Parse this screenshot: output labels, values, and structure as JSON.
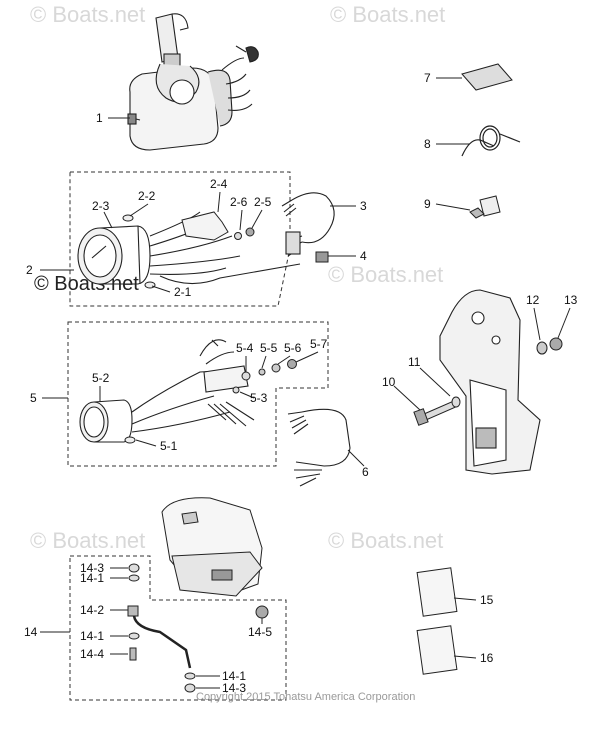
{
  "watermark": "© Boats.net",
  "copyright": "Copyright 2015 Tohatsu America Corporation",
  "labels": {
    "l1": "1",
    "l2": "2",
    "l2_1": "2-1",
    "l2_2": "2-2",
    "l2_3": "2-3",
    "l2_4": "2-4",
    "l2_5": "2-5",
    "l2_6": "2-6",
    "l3": "3",
    "l4": "4",
    "l5": "5",
    "l5_1": "5-1",
    "l5_2": "5-2",
    "l5_3": "5-3",
    "l5_4": "5-4",
    "l5_5": "5-5",
    "l5_6": "5-6",
    "l5_7": "5-7",
    "l6": "6",
    "l7": "7",
    "l8": "8",
    "l9": "9",
    "l10": "10",
    "l11": "11",
    "l12": "12",
    "l13": "13",
    "l14": "14",
    "l14_1a": "14-1",
    "l14_1b": "14-1",
    "l14_1c": "14-1",
    "l14_2": "14-2",
    "l14_3a": "14-3",
    "l14_3b": "14-3",
    "l14_4": "14-4",
    "l14_5": "14-5",
    "l15": "15",
    "l16": "16"
  }
}
